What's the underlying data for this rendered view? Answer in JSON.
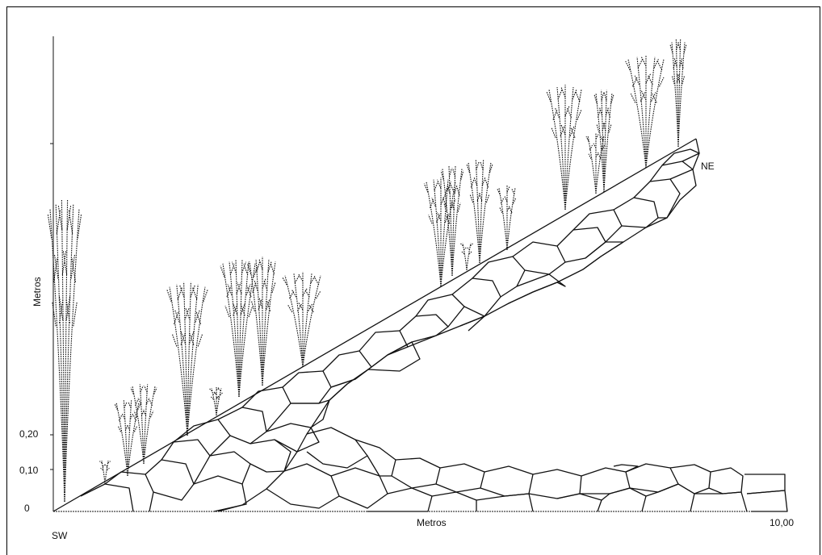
{
  "diagram": {
    "y_axis_label": "Metros",
    "x_axis_label": "Metros",
    "y_ticks": [
      "0",
      "0,10",
      "0,20"
    ],
    "x_end_label": "10,00",
    "left_end_label": "SW",
    "right_end_label": "NE"
  },
  "colors": {
    "ink": "#111111",
    "background": "#ffffff"
  }
}
